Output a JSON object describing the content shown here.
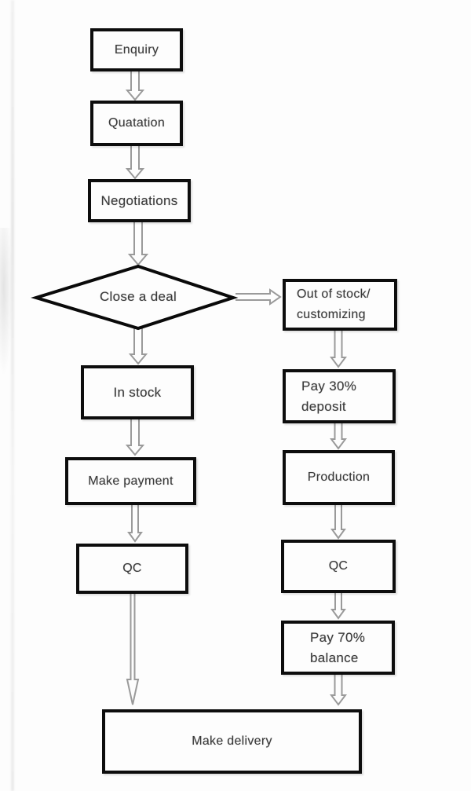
{
  "flowchart": {
    "nodes": {
      "enquiry": {
        "label": "Enquiry"
      },
      "quotation": {
        "label": "Quatation"
      },
      "negotiations": {
        "label": "Negotiations"
      },
      "close_deal": {
        "label": "Close a deal",
        "shape": "decision-diamond"
      },
      "in_stock": {
        "label": "In stock"
      },
      "make_payment": {
        "label": "Make payment"
      },
      "qc_left": {
        "label": "QC"
      },
      "out_of_stock": {
        "lines": [
          "Out of stock/",
          "customizing"
        ]
      },
      "pay_deposit": {
        "lines": [
          "Pay 30%",
          "deposit"
        ]
      },
      "production": {
        "label": "Production"
      },
      "qc_right": {
        "label": "QC"
      },
      "pay_balance": {
        "lines": [
          "Pay 70%",
          "balance"
        ]
      },
      "make_delivery": {
        "label": "Make delivery"
      }
    },
    "edges": [
      {
        "from": "Enquiry",
        "to": "Quatation"
      },
      {
        "from": "Quatation",
        "to": "Negotiations"
      },
      {
        "from": "Negotiations",
        "to": "Close a deal"
      },
      {
        "from": "Close a deal",
        "to": "In stock"
      },
      {
        "from": "Close a deal",
        "to": "Out of stock/customizing"
      },
      {
        "from": "In stock",
        "to": "Make payment"
      },
      {
        "from": "Make payment",
        "to": "QC"
      },
      {
        "from": "QC",
        "to": "Make delivery"
      },
      {
        "from": "Out of stock/customizing",
        "to": "Pay 30% deposit"
      },
      {
        "from": "Pay 30% deposit",
        "to": "Production"
      },
      {
        "from": "Production",
        "to": "QC"
      },
      {
        "from": "QC",
        "to": "Pay 70% balance"
      },
      {
        "from": "Pay 70% balance",
        "to": "Make delivery"
      }
    ],
    "colors": {
      "box_border": "#0d0d0d",
      "text": "#3a3a3a",
      "arrow": "#9a9a9a",
      "background": "#fdfdfd"
    }
  }
}
